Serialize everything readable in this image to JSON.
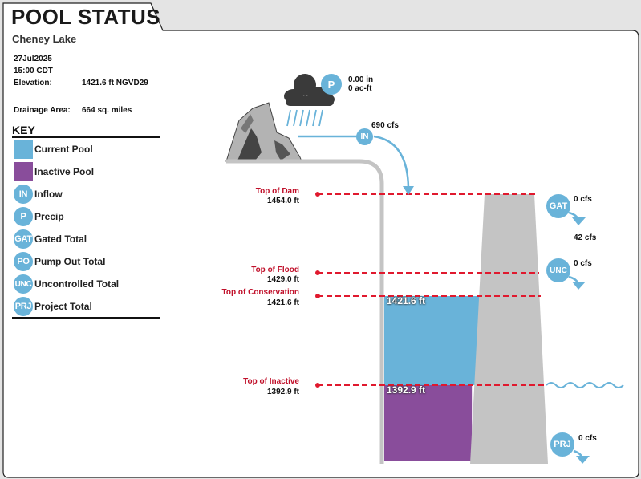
{
  "header": {
    "title": "POOL STATUS",
    "lake": "Cheney Lake"
  },
  "info": {
    "date": "27Jul2025",
    "time": "15:00 CDT",
    "elevation_label": "Elevation:",
    "elevation_value": "1421.6 ft NGVD29",
    "drainage_label": "Drainage Area:",
    "drainage_value": "664 sq. miles"
  },
  "key": {
    "title": "KEY",
    "items": [
      {
        "code": "",
        "label": "Current Pool",
        "color": "#69b3d9"
      },
      {
        "code": "",
        "label": "Inactive Pool",
        "color": "#894d9b"
      },
      {
        "code": "IN",
        "label": "Inflow"
      },
      {
        "code": "P",
        "label": "Precip"
      },
      {
        "code": "GAT",
        "label": "Gated Total"
      },
      {
        "code": "PO",
        "label": "Pump Out Total"
      },
      {
        "code": "UNC",
        "label": "Uncontrolled Total"
      },
      {
        "code": "PRJ",
        "label": "Project Total"
      }
    ]
  },
  "precip": {
    "code": "P",
    "depth": "0.00 in",
    "volume": "0 ac-ft"
  },
  "inflow": {
    "code": "IN",
    "value": "690 cfs"
  },
  "gated": {
    "code": "GAT",
    "value": "0 cfs",
    "secondary": "42 cfs"
  },
  "uncontrolled": {
    "code": "UNC",
    "value": "0 cfs"
  },
  "project": {
    "code": "PRJ",
    "value": "0 cfs"
  },
  "levels": {
    "top_of_dam": {
      "name": "Top of Dam",
      "value": "1454.0 ft",
      "elev": 1454.0
    },
    "top_of_flood": {
      "name": "Top of Flood",
      "value": "1429.0 ft",
      "elev": 1429.0
    },
    "top_of_conservation": {
      "name": "Top of Conservation",
      "value": "1421.6 ft",
      "elev": 1421.6
    },
    "top_of_inactive": {
      "name": "Top of Inactive",
      "value": "1392.9 ft",
      "elev": 1392.9
    }
  },
  "pool": {
    "current_label": "1421.6 ft",
    "inactive_label": "1392.9 ft",
    "current_elev": 1421.6,
    "inactive_elev": 1392.9
  },
  "colors": {
    "current_pool": "#69b3d9",
    "inactive_pool": "#894d9b",
    "level_line": "#e0192e",
    "dam": "#c4c4c4",
    "icon": "#69b3d9"
  }
}
